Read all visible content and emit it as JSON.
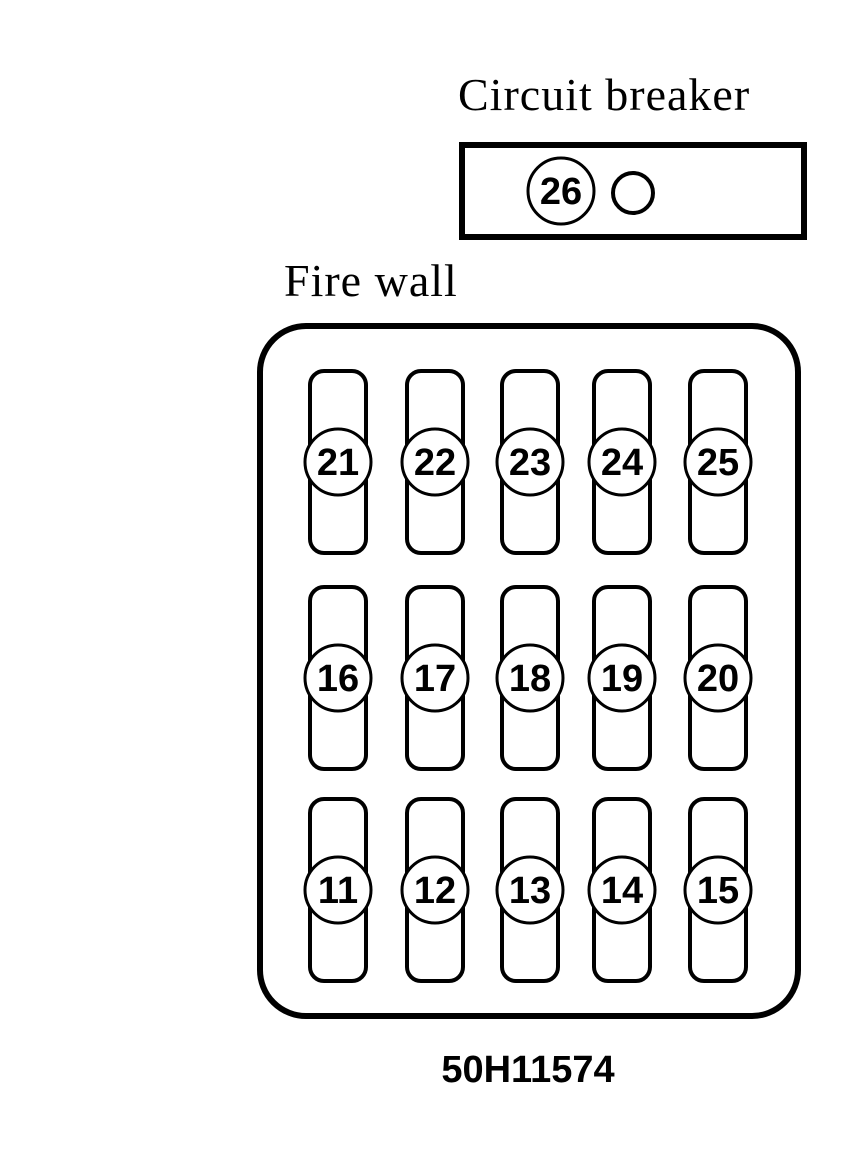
{
  "circuit_breaker": {
    "label": "Circuit breaker",
    "fuse": "26"
  },
  "fire_wall": {
    "label": "Fire wall",
    "rows": [
      [
        "21",
        "22",
        "23",
        "24",
        "25"
      ],
      [
        "16",
        "17",
        "18",
        "19",
        "20"
      ],
      [
        "11",
        "12",
        "13",
        "14",
        "15"
      ]
    ]
  },
  "diagram_code": "50H11574",
  "colors": {
    "ink": "#000000",
    "background": "#ffffff"
  }
}
